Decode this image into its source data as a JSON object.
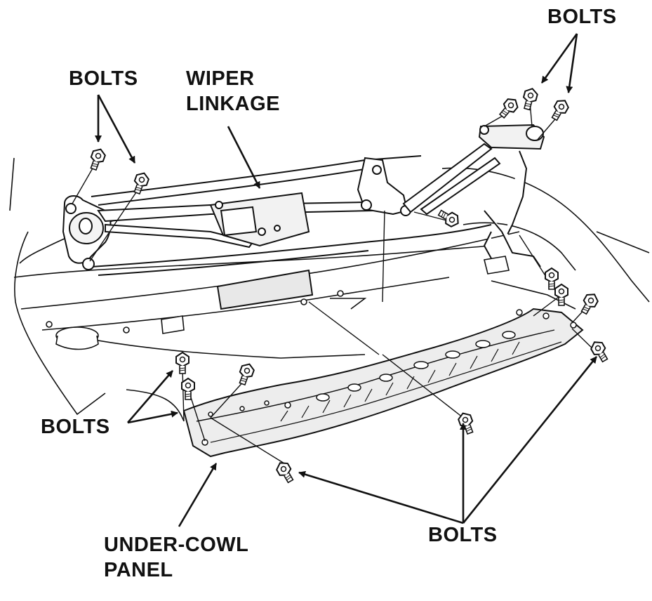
{
  "labels": {
    "bolts_top_right": "BOLTS",
    "bolts_top_left": "BOLTS",
    "wiper_line1": "WIPER",
    "wiper_line2": "LINKAGE",
    "bolts_middle_left": "BOLTS",
    "bolts_bottom_right": "BOLTS",
    "undercowl_line1": "UNDER-COWL",
    "undercowl_line2": "PANEL"
  },
  "colors": {
    "ink": "#111111",
    "panel_fill": "#ededed",
    "background": "#ffffff"
  }
}
